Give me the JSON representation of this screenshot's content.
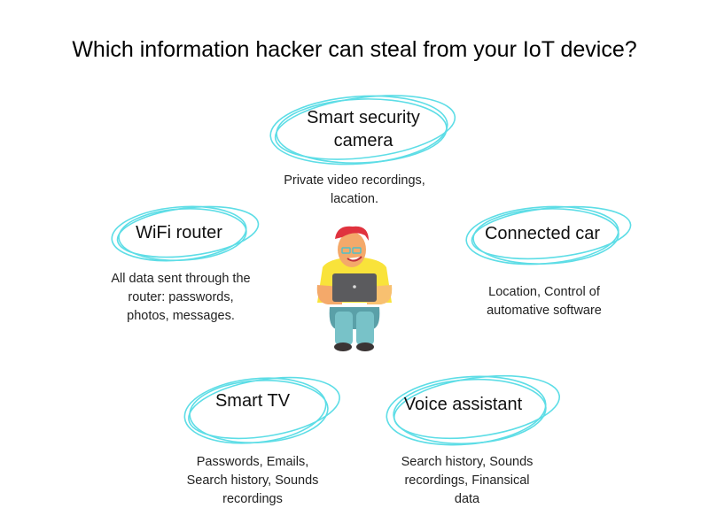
{
  "title": "Which information hacker can steal from your IoT device?",
  "colors": {
    "ring": "#5ddde6",
    "text": "#111111"
  },
  "nodes": {
    "camera": {
      "label_lines": [
        "Smart security",
        "camera"
      ],
      "desc_lines": [
        "Private video recordings,",
        "lacation."
      ]
    },
    "wifi": {
      "label_lines": [
        "WiFi router"
      ],
      "desc_lines": [
        "All data sent through the",
        "router: passwords,",
        "photos, messages."
      ]
    },
    "car": {
      "label_lines": [
        "Connected car"
      ],
      "desc_lines": [
        "Location, Control of",
        "automative software"
      ]
    },
    "tv": {
      "label_lines": [
        "Smart TV"
      ],
      "desc_lines": [
        "Passwords, Emails,",
        "Search history, Sounds",
        "recordings"
      ]
    },
    "voice": {
      "label_lines": [
        "Voice assistant"
      ],
      "desc_lines": [
        "Search history, Sounds",
        "recordings, Finansical",
        "data"
      ]
    }
  }
}
